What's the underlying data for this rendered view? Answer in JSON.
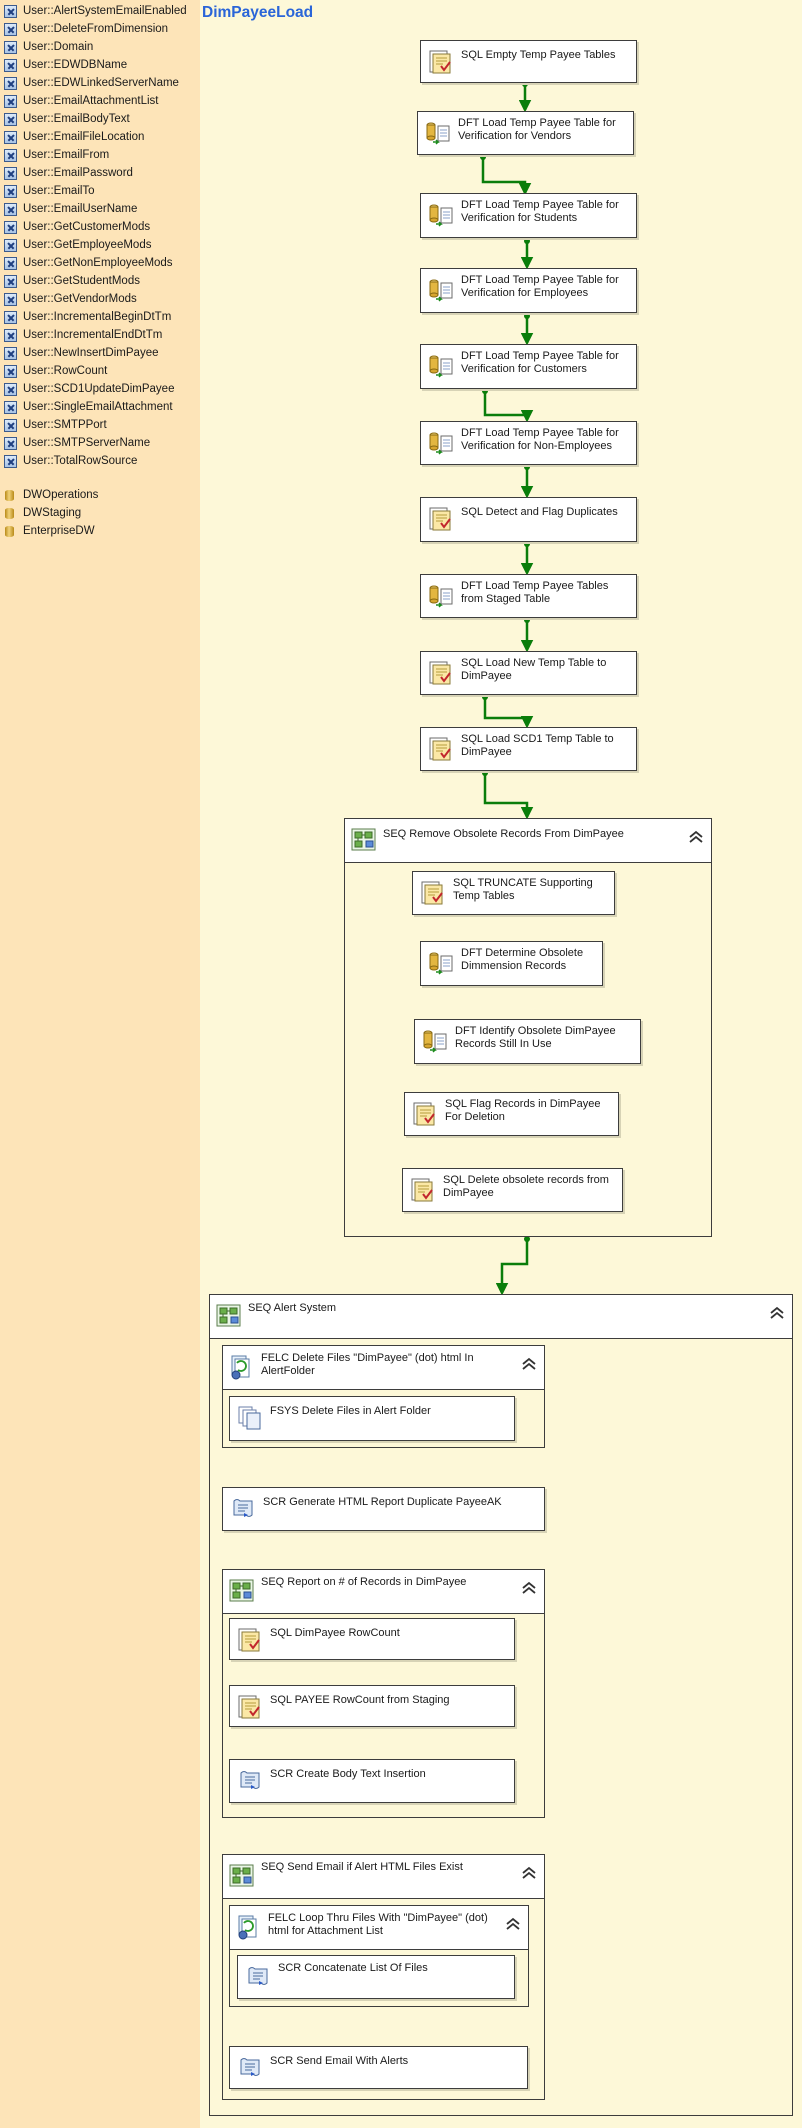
{
  "package_title": "DimPayeeLoad",
  "variables": [
    "User::AlertSystemEmailEnabled",
    "User::DeleteFromDimension",
    "User::Domain",
    "User::EDWDBName",
    "User::EDWLinkedServerName",
    "User::EmailAttachmentList",
    "User::EmailBodyText",
    "User::EmailFileLocation",
    "User::EmailFrom",
    "User::EmailPassword",
    "User::EmailTo",
    "User::EmailUserName",
    "User::GetCustomerMods",
    "User::GetEmployeeMods",
    "User::GetNonEmployeeMods",
    "User::GetStudentMods",
    "User::GetVendorMods",
    "User::IncrementalBeginDtTm",
    "User::IncrementalEndDtTm",
    "User::NewInsertDimPayee",
    "User::RowCount",
    "User::SCD1UpdateDimPayee",
    "User::SingleEmailAttachment",
    "User::SMTPPort",
    "User::SMTPServerName",
    "User::TotalRowSource"
  ],
  "connections": [
    "DWOperations",
    "DWStaging",
    "EnterpriseDW"
  ],
  "tasks": {
    "t1": "SQL Empty Temp Payee Tables",
    "t2": "DFT Load Temp Payee Table for Verification for Vendors",
    "t3": "DFT Load Temp Payee Table for Verification for Students",
    "t4": "DFT Load Temp Payee Table for Verification for Employees",
    "t5": "DFT Load Temp Payee Table for Verification for Customers",
    "t6": "DFT Load Temp Payee Table for Verification for Non-Employees",
    "t7": "SQL Detect and Flag Duplicates",
    "t8": "DFT Load Temp Payee Tables from Staged Table",
    "t9": "SQL Load New Temp Table to DimPayee",
    "t10": "SQL Load SCD1 Temp Table to DimPayee"
  },
  "seq_remove": {
    "title": "SEQ Remove Obsolete Records From DimPayee",
    "r1": "SQL TRUNCATE Supporting Temp Tables",
    "r2": "DFT Determine Obsolete Dimmension Records",
    "r3": "DFT Identify Obsolete DimPayee Records Still In Use",
    "r4": "SQL Flag Records in DimPayee For Deletion",
    "r5": "SQL Delete obsolete records from DimPayee"
  },
  "seq_alert": {
    "title": "SEQ Alert System",
    "felc_delete": "FELC Delete Files \"DimPayee\" (dot) html In AlertFolder",
    "fsys_delete": "FSYS Delete Files in Alert Folder",
    "scr_report": "SCR Generate HTML Report Duplicate PayeeAK",
    "seq_report": "SEQ Report on # of Records in DimPayee",
    "sql_rowcount": "SQL DimPayee RowCount",
    "sql_staging": "SQL PAYEE  RowCount from Staging",
    "scr_body": "SCR Create Body Text Insertion",
    "seq_send": "SEQ Send Email if Alert HTML Files Exist",
    "felc_loop": "FELC Loop Thru Files With \"DimPayee\" (dot) html for Attachment List",
    "scr_concat": "SCR Concatenate List Of Files",
    "scr_send": "SCR Send Email With Alerts"
  },
  "colors": {
    "sidebar_bg": "#fde4b8",
    "canvas_bg": "#fdf8d8",
    "title": "#2a65d8",
    "precedence_link": "#0a7d0a"
  }
}
